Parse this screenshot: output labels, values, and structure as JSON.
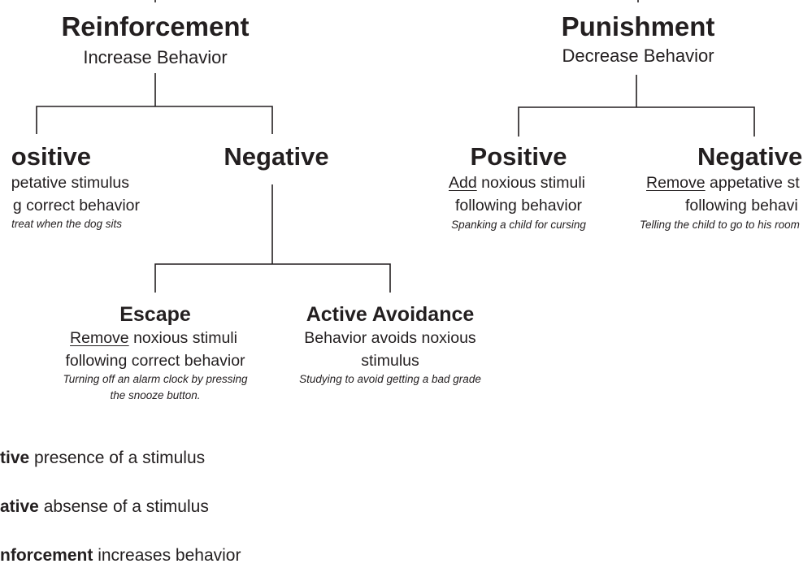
{
  "reinforcement": {
    "title": "Reinforcement",
    "subtitle": "Increase Behavior",
    "positive": {
      "title": "ositive",
      "line1": "petative stimulus",
      "line2": "g correct behavior",
      "example": "treat when the dog sits"
    },
    "negative": {
      "title": "Negative",
      "escape": {
        "title": "Escape",
        "verb": "Remove",
        "line1_rest": " noxious stimuli",
        "line2": "following correct behavior",
        "example1": "Turning off an alarm clock by pressing",
        "example2": "the snooze button."
      },
      "active_avoidance": {
        "title": "Active Avoidance",
        "line1": "Behavior avoids noxious",
        "line2": "stimulus",
        "example": "Studying to avoid getting a bad grade"
      }
    }
  },
  "punishment": {
    "title": "Punishment",
    "subtitle": "Decrease Behavior",
    "positive": {
      "title": "Positive",
      "verb": "Add",
      "line1_rest": " noxious stimuli",
      "line2": "following behavior",
      "example": "Spanking a child for cursing"
    },
    "negative": {
      "title": "Negative",
      "verb": "Remove",
      "line1_rest": " appetative st",
      "line2": "following behavi",
      "example": "Telling the child to go to his room"
    }
  },
  "legend": [
    {
      "term": "tive",
      "definition": " presence of a stimulus"
    },
    {
      "term": "ative",
      "definition": " absense of a stimulus"
    },
    {
      "term": "nforcement",
      "definition": " increases behavior"
    }
  ]
}
